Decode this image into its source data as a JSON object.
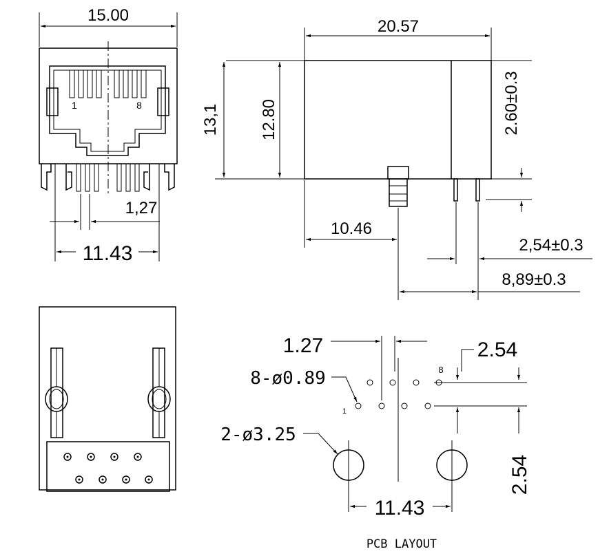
{
  "front_view": {
    "width": "15.00",
    "pin_pitch": "1,27",
    "pin_span": "11.43",
    "pin1_label": "1",
    "pin8_label": "8"
  },
  "side_view": {
    "length": "20.57",
    "total_height": "13,1",
    "body_height": "12.80",
    "tab_height": "2.60±0.3",
    "post_offset": "10.46",
    "pin_offset": "2,54±0.3",
    "pin_to_post": "8,89±0.3"
  },
  "pcb_layout": {
    "pitch": "1.27",
    "row_pitch": "2.54",
    "row_offset": "2.54",
    "pin_holes": "8-ø0.89",
    "post_holes": "2-ø3.25",
    "post_spacing": "11.43",
    "pin1_label": "1",
    "pin8_label": "8",
    "caption": "PCB LAYOUT"
  }
}
